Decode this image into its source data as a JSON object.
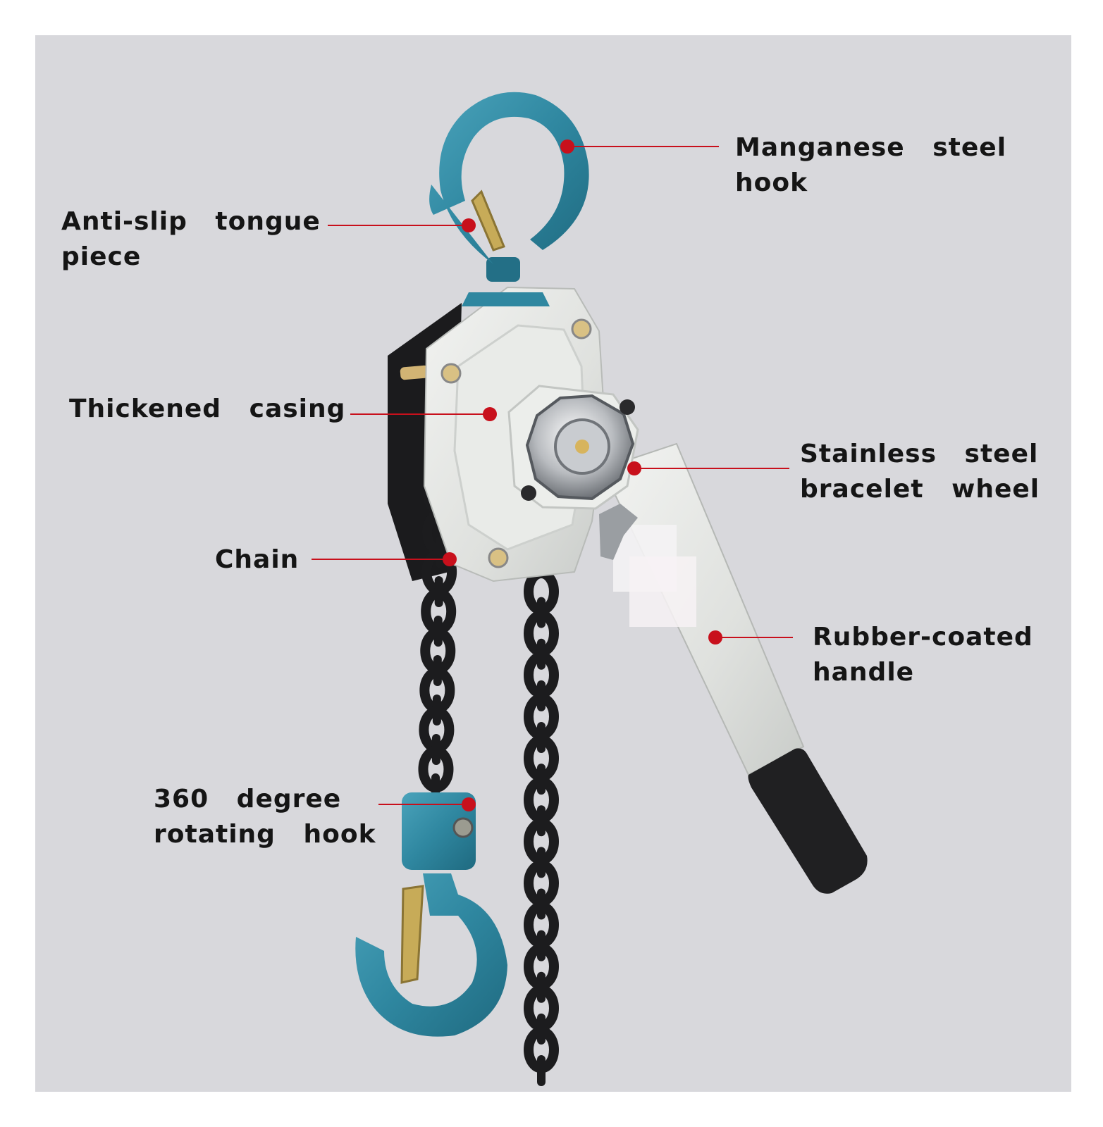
{
  "labels": {
    "manganese_hook": {
      "line1": "Manganese steel",
      "line2": "hook"
    },
    "anti_slip": {
      "line1": "Anti-slip tongue",
      "line2": "piece"
    },
    "casing": {
      "line1": "Thickened casing"
    },
    "bracelet_wheel": {
      "line1": "Stainless steel",
      "line2": "bracelet wheel"
    },
    "chain": {
      "line1": "Chain"
    },
    "handle": {
      "line1": "Rubber-coated",
      "line2": "handle"
    },
    "rotating_hook": {
      "line1": "360 degree",
      "line2": "rotating hook"
    }
  },
  "colors": {
    "background": "#d8d8dc",
    "hook_blue": "#2f87a0",
    "casing_grey": "#e4e6e4",
    "chain_black": "#1c1c1e",
    "callout_red": "#c8101c",
    "grip_black": "#202022"
  }
}
